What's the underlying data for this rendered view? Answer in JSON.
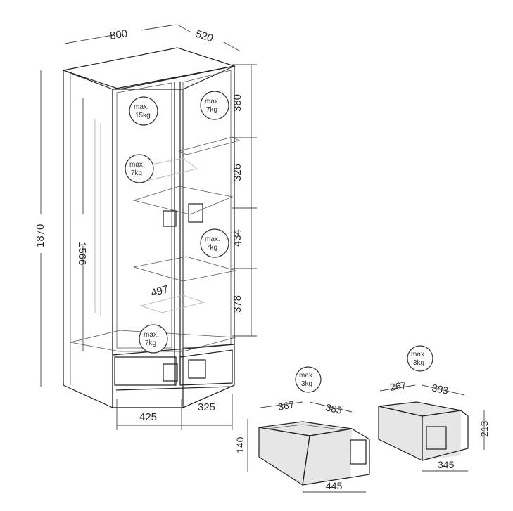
{
  "cabinet": {
    "width": "800",
    "depth": "520",
    "height_total": "1870",
    "height_inner": "1566",
    "shelf_gaps": [
      "380",
      "326",
      "434",
      "378"
    ],
    "shelf_depth": "497",
    "drawer_fronts": [
      "425",
      "325"
    ],
    "loads": {
      "top_left": [
        "max.",
        "15kg"
      ],
      "top_right": [
        "max.",
        "7kg"
      ],
      "mid_left": [
        "max.",
        "7kg"
      ],
      "mid_right": [
        "max.",
        "7kg"
      ],
      "bottom": [
        "max.",
        "7kg"
      ]
    }
  },
  "drawer_large": {
    "width": "445",
    "depth_left": "367",
    "depth_right": "383",
    "height": "140",
    "load": [
      "max.",
      "3kg"
    ]
  },
  "drawer_small": {
    "width": "345",
    "depth_left": "267",
    "depth_right": "383",
    "height": "213",
    "load": [
      "max.",
      "3kg"
    ]
  }
}
